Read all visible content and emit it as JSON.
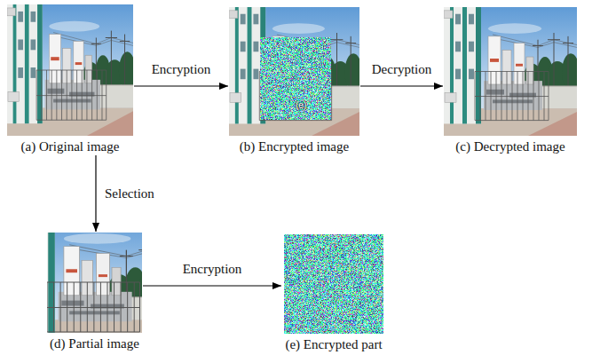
{
  "diagram": {
    "nodes": [
      {
        "text": [
          "(a) Original image"
        ]
      },
      {
        "text": [
          "(b) Encrypted image"
        ]
      },
      {
        "text": [
          "(c) Decrypted image"
        ]
      },
      {
        "text": [
          "(d) Partial image"
        ]
      },
      {
        "text": [
          "(e) Encrypted part"
        ]
      }
    ],
    "edges": [
      {
        "from": 0,
        "to": 1,
        "arrow": "to",
        "label": "Encryption"
      },
      {
        "from": 1,
        "to": 2,
        "arrow": "to",
        "label": "Decryption"
      },
      {
        "from": 0,
        "to": 3,
        "arrow": "to",
        "label": "Selection"
      },
      {
        "from": 3,
        "to": 4,
        "arrow": "to",
        "label": "Encryption"
      }
    ],
    "labels": [
      "(e)"
    ]
  }
}
